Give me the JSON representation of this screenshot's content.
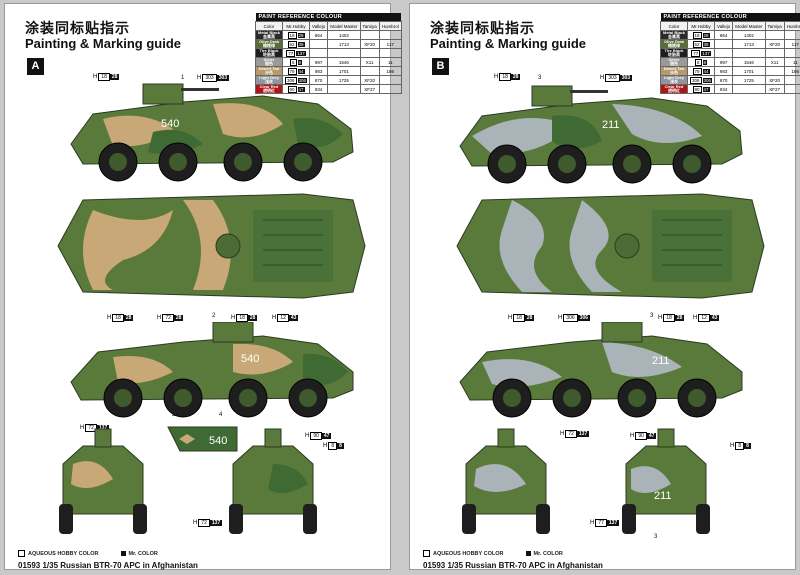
{
  "sheets": [
    {
      "id": "A",
      "title_zh": "涂装同标贴指示",
      "title_en": "Painting & Marking guide",
      "variant": "A",
      "hull_number": "540",
      "callouts": {
        "top_left": {
          "prefix": "H",
          "code": "18",
          "num": "28"
        },
        "top_right": {
          "prefix": "H",
          "code": "303",
          "num": "303"
        },
        "side_left": {
          "prefix": "H",
          "code": "18",
          "num": "28"
        },
        "side_mid": {
          "prefix": "H",
          "code": "72",
          "num": "28"
        },
        "side_r1": {
          "prefix": "H",
          "code": "18",
          "num": "28"
        },
        "side_r2": {
          "prefix": "H",
          "code": "12",
          "num": "43"
        },
        "front": {
          "prefix": "H",
          "code": "72",
          "num": "137"
        },
        "rear_1": {
          "prefix": "H",
          "code": "90",
          "num": "47"
        },
        "rear_2": {
          "prefix": "H",
          "code": "8",
          "num": "8"
        },
        "front_bottom": {
          "prefix": "H",
          "code": "72",
          "num": "137"
        }
      },
      "ref_numbers": {
        "a": "1",
        "b": "2",
        "c": "2",
        "d": "4"
      },
      "footer_legend": [
        "AQUEOUS HOBBY COLOR",
        "Mr. COLOR"
      ],
      "footer_title": "01593 1/35 Russian BTR-70 APC in Afghanistan",
      "camo": {
        "base": "#5a7a3c",
        "patch1": "#c9a878",
        "patch2": "#3f6a34"
      }
    },
    {
      "id": "B",
      "title_zh": "涂装同标贴指示",
      "title_en": "Painting & Marking guide",
      "variant": "B",
      "hull_number": "211",
      "callouts": {
        "top_left": {
          "prefix": "H",
          "code": "18",
          "num": "28"
        },
        "top_right": {
          "prefix": "H",
          "code": "303",
          "num": "303"
        },
        "side_left": {
          "prefix": "H",
          "code": "18",
          "num": "28"
        },
        "side_mid": {
          "prefix": "H",
          "code": "306",
          "num": "306"
        },
        "side_r1": {
          "prefix": "H",
          "code": "18",
          "num": "28"
        },
        "side_r2": {
          "prefix": "H",
          "code": "12",
          "num": "43"
        },
        "front": {
          "prefix": "H",
          "code": "72",
          "num": "137"
        },
        "rear_1": {
          "prefix": "H",
          "code": "90",
          "num": "47"
        },
        "rear_2": {
          "prefix": "H",
          "code": "8",
          "num": "8"
        },
        "front_bottom": {
          "prefix": "H",
          "code": "77",
          "num": "137"
        }
      },
      "ref_numbers": {
        "a": "3",
        "b": "3",
        "c": "3",
        "d": "3"
      },
      "footer_legend": [
        "AQUEOUS HOBBY COLOR",
        "Mr. COLOR"
      ],
      "footer_title": "01593 1/35 Russian BTR-70 APC in Afghanistan",
      "camo": {
        "base": "#5a7a3c",
        "patch1": "#a9b3b8",
        "patch2": "#3f6a34"
      }
    }
  ],
  "paint_table": {
    "caption": "PAINT REFERENCE COLOUR",
    "headers": [
      "Color",
      "Mr.Hobby",
      "Vallejo",
      "Model Master",
      "Tamiya",
      "Humbrol"
    ],
    "rows": [
      {
        "color": "Metal Black",
        "color_zh": "金属黑",
        "mh_box": "18",
        "mh_num": "28",
        "vallejo": "864",
        "mm": "1402",
        "tamiya": "",
        "humbrol": "",
        "swatch": "#2a2a2a"
      },
      {
        "color": "Olive Drab",
        "color_zh": "橄榄绿",
        "mh_box": "52",
        "mh_num": "38",
        "vallejo": "",
        "mm": "1713",
        "tamiya": "XF20",
        "humbrol": "117",
        "swatch": "#5c6b3a"
      },
      {
        "color": "Tire Black",
        "color_zh": "轮胎黑",
        "mh_box": "77",
        "mh_num": "137",
        "vallejo": "",
        "mm": "",
        "tamiya": "",
        "humbrol": "",
        "swatch": "#1e1e1e"
      },
      {
        "color": "Silver",
        "color_zh": "银色",
        "mh_box": "8",
        "mh_num": "8",
        "vallejo": "997",
        "mm": "1546",
        "tamiya": "X11",
        "humbrol": "11",
        "swatch": "#9a9a9a"
      },
      {
        "color": "Desert Tan",
        "color_zh": "沙色",
        "mh_box": "79",
        "mh_num": "44",
        "vallejo": "983",
        "mm": "1701",
        "tamiya": "",
        "humbrol": "186",
        "swatch": "#b89a6a"
      },
      {
        "color": "Light Grey",
        "color_zh": "浅灰",
        "mh_box": "306",
        "mh_num": "306",
        "vallejo": "870",
        "mm": "1725",
        "tamiya": "XF20",
        "humbrol": "",
        "swatch": "#8e969b"
      },
      {
        "color": "Clear Red",
        "color_zh": "透明红",
        "mh_box": "90",
        "mh_num": "47",
        "vallejo": "934",
        "mm": "",
        "tamiya": "XF27",
        "humbrol": "",
        "swatch": "#b01515"
      }
    ]
  }
}
